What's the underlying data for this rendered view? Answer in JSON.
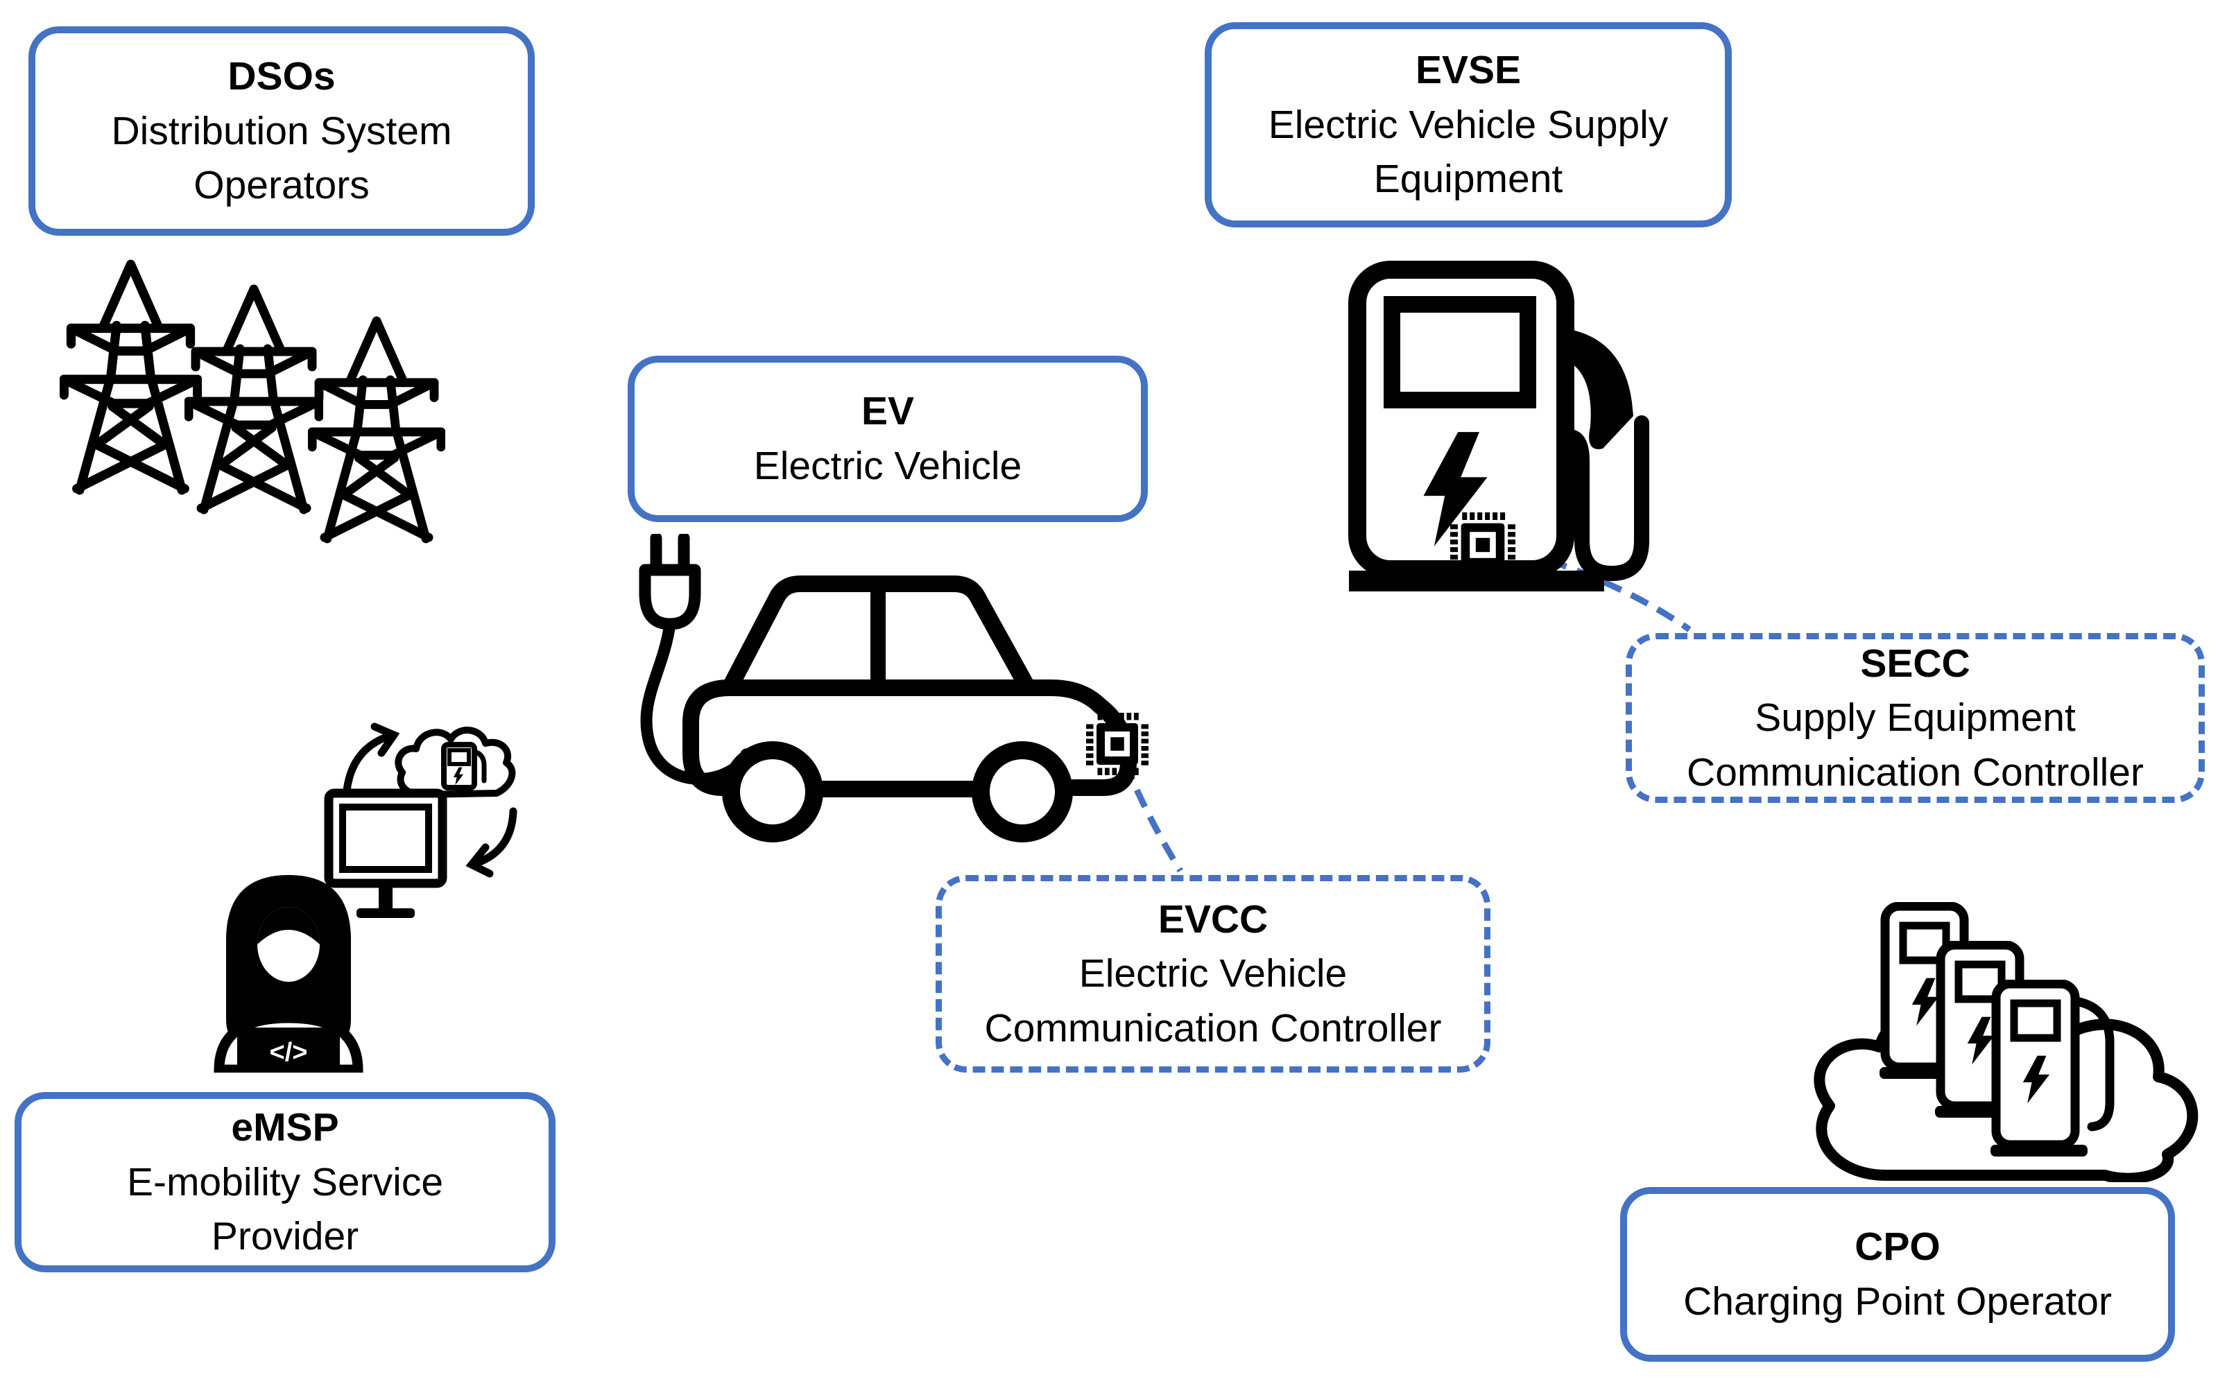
{
  "title": "EV charging ecosystem actors diagram",
  "colors": {
    "accent_blue": "#4472C4",
    "icon_black": "#000000",
    "background": "#FFFFFF"
  },
  "nodes": {
    "dsos": {
      "abbr": "DSOs",
      "name": "Distribution System Operators",
      "border": "solid"
    },
    "ev": {
      "abbr": "EV",
      "name": "Electric Vehicle",
      "border": "solid"
    },
    "evse": {
      "abbr": "EVSE",
      "name": "Electric Vehicle Supply Equipment",
      "border": "solid"
    },
    "secc": {
      "abbr": "SECC",
      "name": "Supply Equipment Communication Controller",
      "border": "dashed"
    },
    "evcc": {
      "abbr": "EVCC",
      "name": "Electric Vehicle Communication Controller",
      "border": "dashed"
    },
    "emsp": {
      "abbr": "eMSP",
      "name": "E-mobility Service Provider",
      "border": "solid"
    },
    "cpo": {
      "abbr": "CPO",
      "name": "Charging Point Operator",
      "border": "solid"
    }
  },
  "icons": {
    "dsos": "transmission-towers",
    "ev": "electric-car-with-plug-and-chip",
    "evse": "charging-station-with-chip",
    "emsp": "operator-with-laptop-monitor-and-cloud",
    "cpo": "cloud-with-charging-stations",
    "controller": "microchip"
  },
  "emsp_laptop_code": "</>",
  "connectors": [
    {
      "from": "evse-chip",
      "to": "secc-box",
      "style": "dashed-blue"
    },
    {
      "from": "ev-chip",
      "to": "evcc-box",
      "style": "dashed-blue"
    }
  ]
}
